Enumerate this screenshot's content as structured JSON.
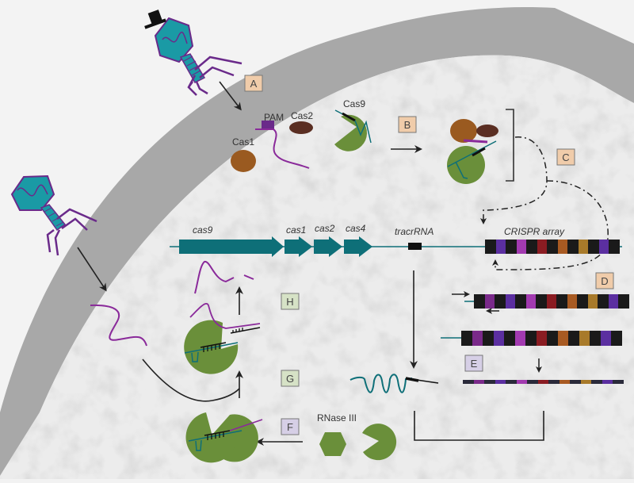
{
  "labels": {
    "pam": "PAM",
    "cas1": "Cas1",
    "cas2": "Cas2",
    "cas9": "Cas9",
    "rnase": "RNase III"
  },
  "genes": {
    "cas9": "cas9",
    "cas1": "cas1",
    "cas2": "cas2",
    "cas4": "cas4",
    "tracr": "tracrRNA",
    "array": "CRISPR array"
  },
  "steps": {
    "A": "A",
    "B": "B",
    "C": "C",
    "D": "D",
    "E": "E",
    "F": "F",
    "G": "G",
    "H": "H"
  },
  "colors": {
    "phage": "#1a9aa5",
    "phage_outline": "#6a2a8a",
    "cas9_green": "#6a8f3a",
    "cas1_brown": "#9a5a20",
    "cas2_brown": "#5a2e22",
    "gene_teal": "#0e6f78",
    "rna_purple": "#8a2a9a",
    "step_peach": "#f0ccaa",
    "step_lavender": "#d6cfe6",
    "step_green": "#d6e2c6"
  }
}
